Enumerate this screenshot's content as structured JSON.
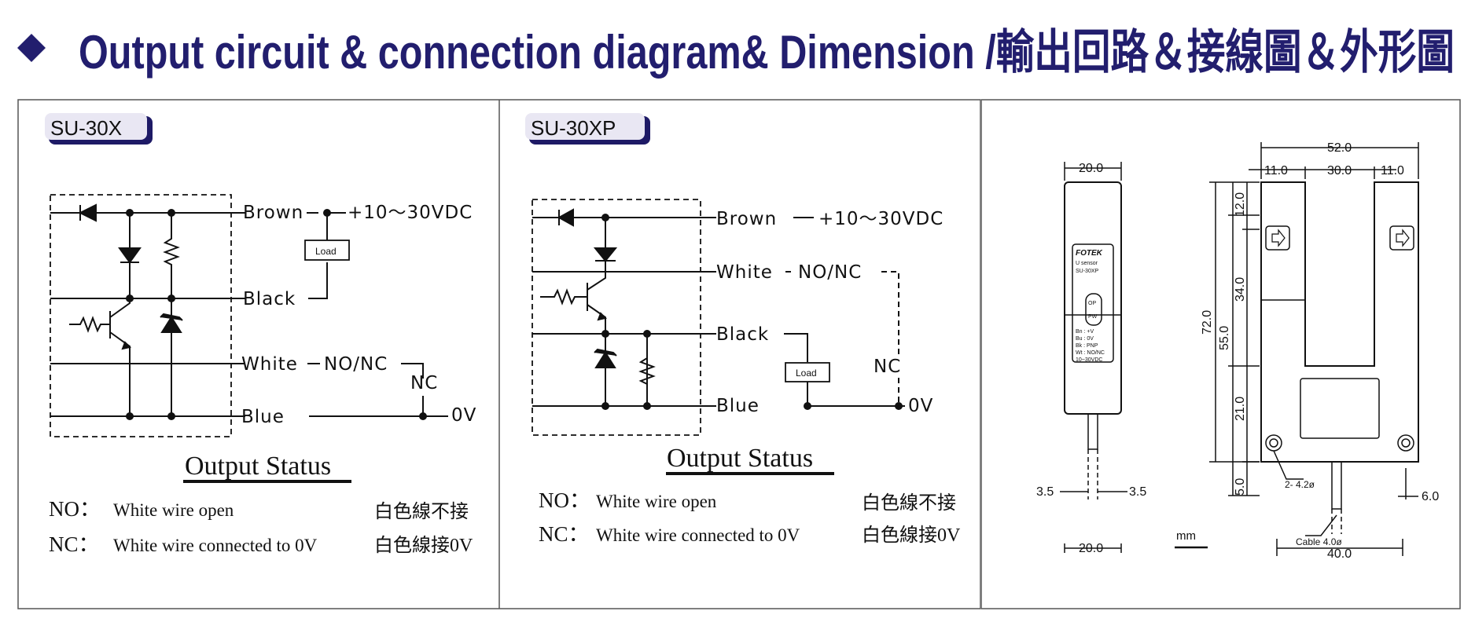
{
  "header": {
    "title": "Output circuit & connection diagram& Dimension /輸出回路＆接線圖＆外形圖",
    "color": "#221e6e"
  },
  "models": [
    {
      "name": "SU-30X",
      "wires": {
        "brown": "Brown",
        "black": "Black",
        "white": "White",
        "blue": "Blue"
      },
      "supply": "+10～30VDC",
      "load": "Load",
      "nonc": "NO/NC",
      "nc": "NC",
      "zero": "0V"
    },
    {
      "name": "SU-30XP",
      "wires": {
        "brown": "Brown",
        "black": "Black",
        "white": "White",
        "blue": "Blue"
      },
      "supply": "+10～30VDC",
      "load": "Load",
      "nonc": "NO/NC",
      "nc": "NC",
      "zero": "0V"
    }
  ],
  "output_status": {
    "title": "Output Status",
    "rows": [
      {
        "key": "NO：",
        "en": "White wire open",
        "zh": "白色線不接"
      },
      {
        "key": "NC：",
        "en": "White wire connected to 0V",
        "zh": "白色線接0V"
      }
    ]
  },
  "dimension": {
    "unit": "mm",
    "side": {
      "top": "20.0",
      "bottom": "20.0",
      "left": "3.5",
      "right": "3.5"
    },
    "front": {
      "overall_width": "52.0",
      "arm_left": "11.0",
      "slot": "30.0",
      "arm_right": "11.0",
      "height": "72.0",
      "top_gap": "12.0",
      "slot_depth": "34.0",
      "mid": "55.0",
      "lower": "21.0",
      "bottom": "5.0",
      "hole_offset": "6.0",
      "holes": "2-  4.2ø",
      "cable": "Cable  4.0ø",
      "base": "40.0"
    },
    "label": {
      "brand": "FOTEK",
      "type": "U  sensor",
      "model": "SU-30XP",
      "op": "OP",
      "pw": "PW",
      "bn": "Bn  :  +V",
      "bu": "Bu  :  0V",
      "bk": "Bk  :  PNP",
      "wt": "Wt  :  NO/NC",
      "volt": "10~30VDC"
    }
  }
}
